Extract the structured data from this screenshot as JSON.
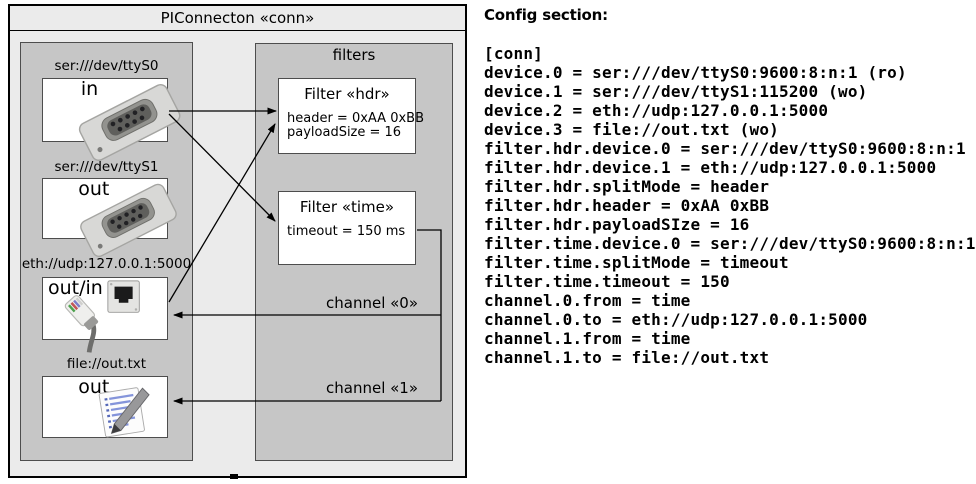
{
  "diagram": {
    "title": "PIConnecton «conn»",
    "filters_title": "filters",
    "devices": [
      {
        "label": "ser:///dev/ttyS0",
        "direction": "in",
        "icon": "serial-connector-icon"
      },
      {
        "label": "ser:///dev/ttyS1",
        "direction": "out",
        "icon": "serial-connector-icon"
      },
      {
        "label": "eth://udp:127.0.0.1:5000",
        "direction": "out/in",
        "icon": "ethernet-port-icon"
      },
      {
        "label": "file://out.txt",
        "direction": "out",
        "icon": "notepad-icon"
      }
    ],
    "filters": [
      {
        "title": "Filter «hdr»",
        "properties": [
          "header = 0xAA 0xBB",
          "payloadSize = 16"
        ]
      },
      {
        "title": "Filter «time»",
        "properties": [
          "timeout = 150 ms"
        ]
      }
    ],
    "channels": [
      {
        "label": "channel «0»"
      },
      {
        "label": "channel «1»"
      }
    ]
  },
  "config": {
    "heading": "Config section:",
    "lines": [
      "[conn]",
      "device.0 = ser:///dev/ttyS0:9600:8:n:1 (ro)",
      "device.1 = ser:///dev/ttyS1:115200 (wo)",
      "device.2 = eth://udp:127.0.0.1:5000",
      "device.3 = file://out.txt (wo)",
      "filter.hdr.device.0 = ser:///dev/ttyS0:9600:8:n:1",
      "filter.hdr.device.1 = eth://udp:127.0.0.1:5000",
      "filter.hdr.splitMode = header",
      "filter.hdr.header = 0xAA 0xBB",
      "filter.hdr.payloadSIze = 16",
      "filter.time.device.0 = ser:///dev/ttyS0:9600:8:n:1",
      "filter.time.splitMode = timeout",
      "filter.time.timeout = 150",
      "channel.0.from = time",
      "channel.0.to = eth://udp:127.0.0.1:5000",
      "channel.1.from = time",
      "channel.1.to = file://out.txt"
    ]
  },
  "colors": {
    "outer_bg": "#ebebeb",
    "panel_gray": "#c6c6c6",
    "box_bg": "#ffffff",
    "line": "#000000"
  }
}
